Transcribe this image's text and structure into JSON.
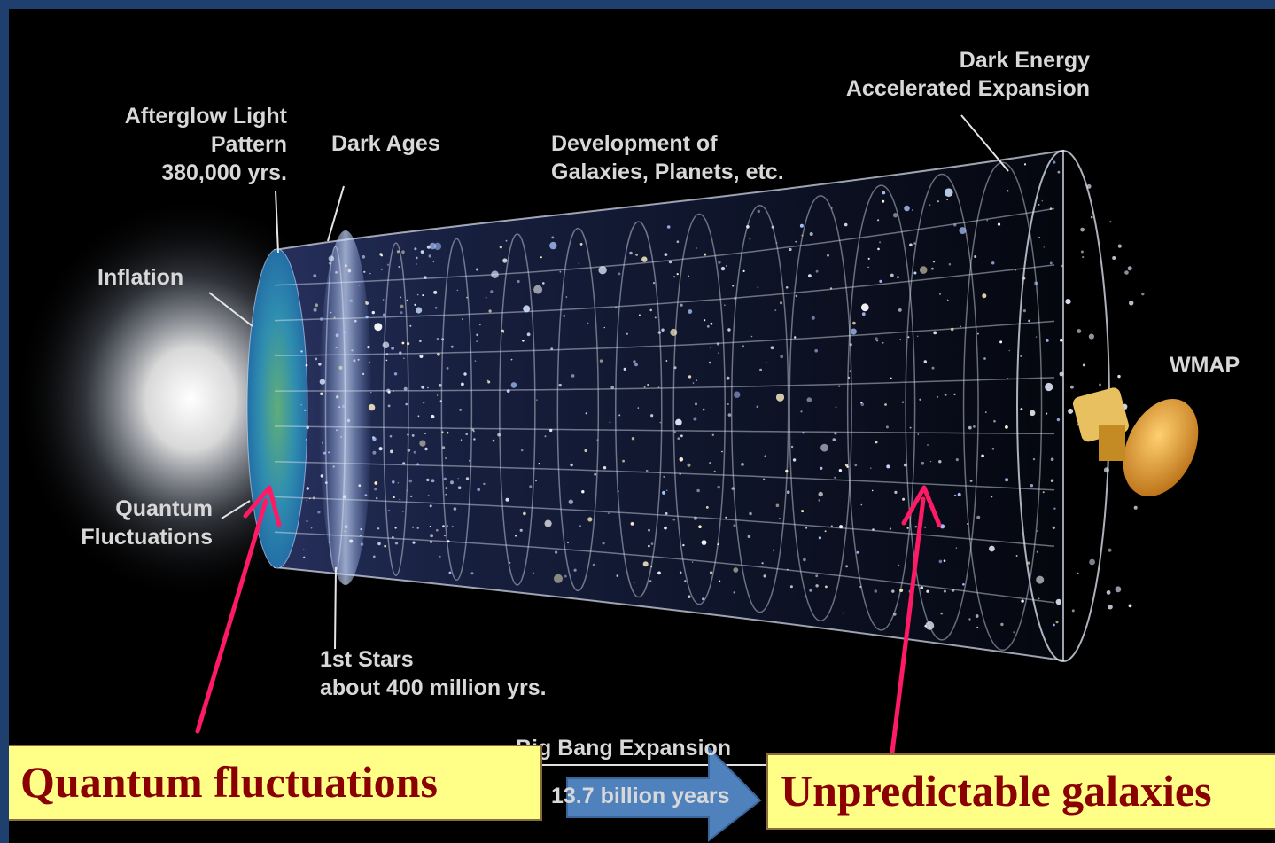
{
  "labels": {
    "afterglow": "Afterglow Light\nPattern\n380,000 yrs.",
    "dark_ages": "Dark Ages",
    "development": "Development of\nGalaxies, Planets, etc.",
    "dark_energy": "Dark Energy\nAccelerated Expansion",
    "inflation": "Inflation",
    "quantum": "Quantum\nFluctuations",
    "first_stars": "1st Stars\nabout 400 million yrs.",
    "wmap": "WMAP",
    "big_bang": "Big Bang Expansion",
    "years": "13.7 billion years"
  },
  "callouts": {
    "left": "Quantum fluctuations",
    "right": "Unpredictable galaxies"
  },
  "colors": {
    "background_frame": "#1f3f6e",
    "callout_fill": "#ffff88",
    "callout_text": "#8b0000",
    "arrow_pointer": "#ff1a66",
    "block_arrow": "#4f81bd"
  }
}
